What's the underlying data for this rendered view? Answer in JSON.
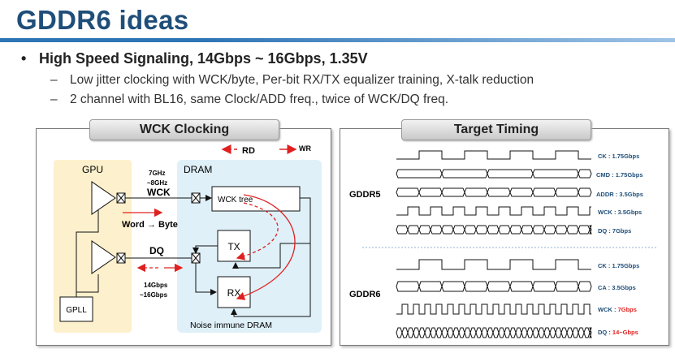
{
  "slide": {
    "title": "GDDR6 ideas",
    "bullet": "High Speed Signaling, 14Gbps ~ 16Gbps, 1.35V",
    "sub_bullets": [
      "Low jitter clocking with WCK/byte, Per-bit RX/TX equalizer training, X-talk reduction",
      "2 channel with BL16, same Clock/ADD freq., twice of WCK/DQ freq."
    ],
    "bullet_marker": "•",
    "sub_marker": "–"
  },
  "wck_panel": {
    "tab": "WCK Clocking",
    "legend_rd": "RD",
    "legend_wr": "WR",
    "gpu": "GPU",
    "dram": "DRAM",
    "freq_top_1": "7GHz",
    "freq_top_2": "~8GHz",
    "wck": "WCK",
    "wck_tree": "WCK tree",
    "word_byte": "Word  → Byte",
    "dq": "DQ",
    "tx": "TX",
    "rx": "RX",
    "rate_1": "14Gbps",
    "rate_2": "~16Gbps",
    "gpll": "GPLL",
    "noise": "Noise immune DRAM",
    "colors": {
      "gpu_bg": "#fdf0cc",
      "dram_bg": "#dff0f8",
      "red": "#e02020"
    }
  },
  "timing_panel": {
    "tab": "Target Timing",
    "gddr5": {
      "label": "GDDR5",
      "rows": [
        {
          "label": "CK : 1.75Gbps"
        },
        {
          "label": "CMD : 1.75Gbps"
        },
        {
          "label": "ADDR : 3.5Gbps"
        },
        {
          "label": "WCK : 3.5Gbps"
        },
        {
          "label": "DQ : 7Gbps"
        }
      ]
    },
    "gddr6": {
      "label": "GDDR6",
      "rows": [
        {
          "label": "CK : 1.75Gbps"
        },
        {
          "label": "CA : 3.5Gbps"
        },
        {
          "label_prefix": "WCK : ",
          "label_value": "7Gbps"
        },
        {
          "label_prefix": "DQ : ",
          "label_value": "14~Gbps"
        }
      ]
    },
    "colors": {
      "label": "#1f4e79",
      "highlight": "#e02020"
    }
  }
}
